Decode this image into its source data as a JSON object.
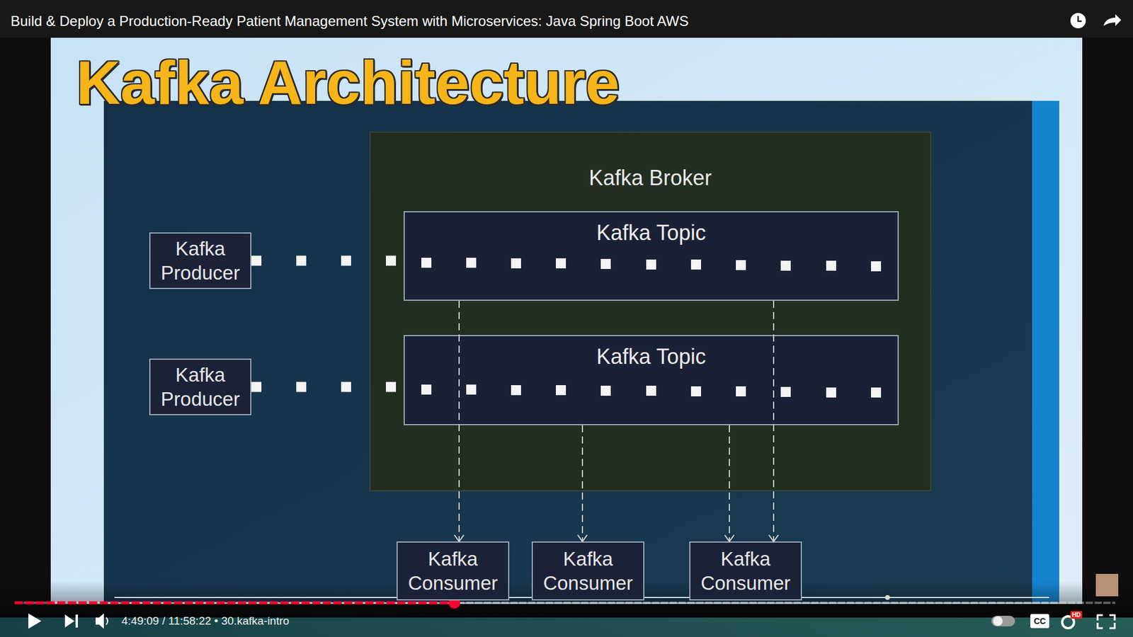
{
  "diagram": {
    "title": "Kafka Architecture",
    "nodes": [
      {
        "text": [
          "Kafka Broker"
        ]
      },
      {
        "text": [
          "Kafka Topic"
        ],
        "in": 0
      },
      {
        "text": [
          "Kafka Topic"
        ],
        "in": 0
      },
      {
        "text": [
          "Kafka Producer"
        ]
      },
      {
        "text": [
          "Kafka Producer"
        ]
      },
      {
        "text": [
          "Kafka Consumer"
        ]
      },
      {
        "text": [
          "Kafka Consumer"
        ]
      },
      {
        "text": [
          "Kafka Consumer"
        ]
      }
    ],
    "edges": [
      {
        "from": 3,
        "to": 1,
        "arrow": "none"
      },
      {
        "from": 4,
        "to": 2,
        "arrow": "none"
      },
      {
        "from": 1,
        "to": 5,
        "arrow": "to"
      },
      {
        "from": 2,
        "to": 6,
        "arrow": "to"
      },
      {
        "from": 2,
        "to": 7,
        "arrow": "to"
      },
      {
        "from": 1,
        "to": 7,
        "arrow": "to"
      }
    ],
    "labels": [
      "Build & Deploy a Production-Ready Patient Management System with Microservices: Java Spring Boot AWS",
      "4:49:09 / 11:58:22 • 30.kafka-intro",
      "CC",
      "HD"
    ]
  }
}
